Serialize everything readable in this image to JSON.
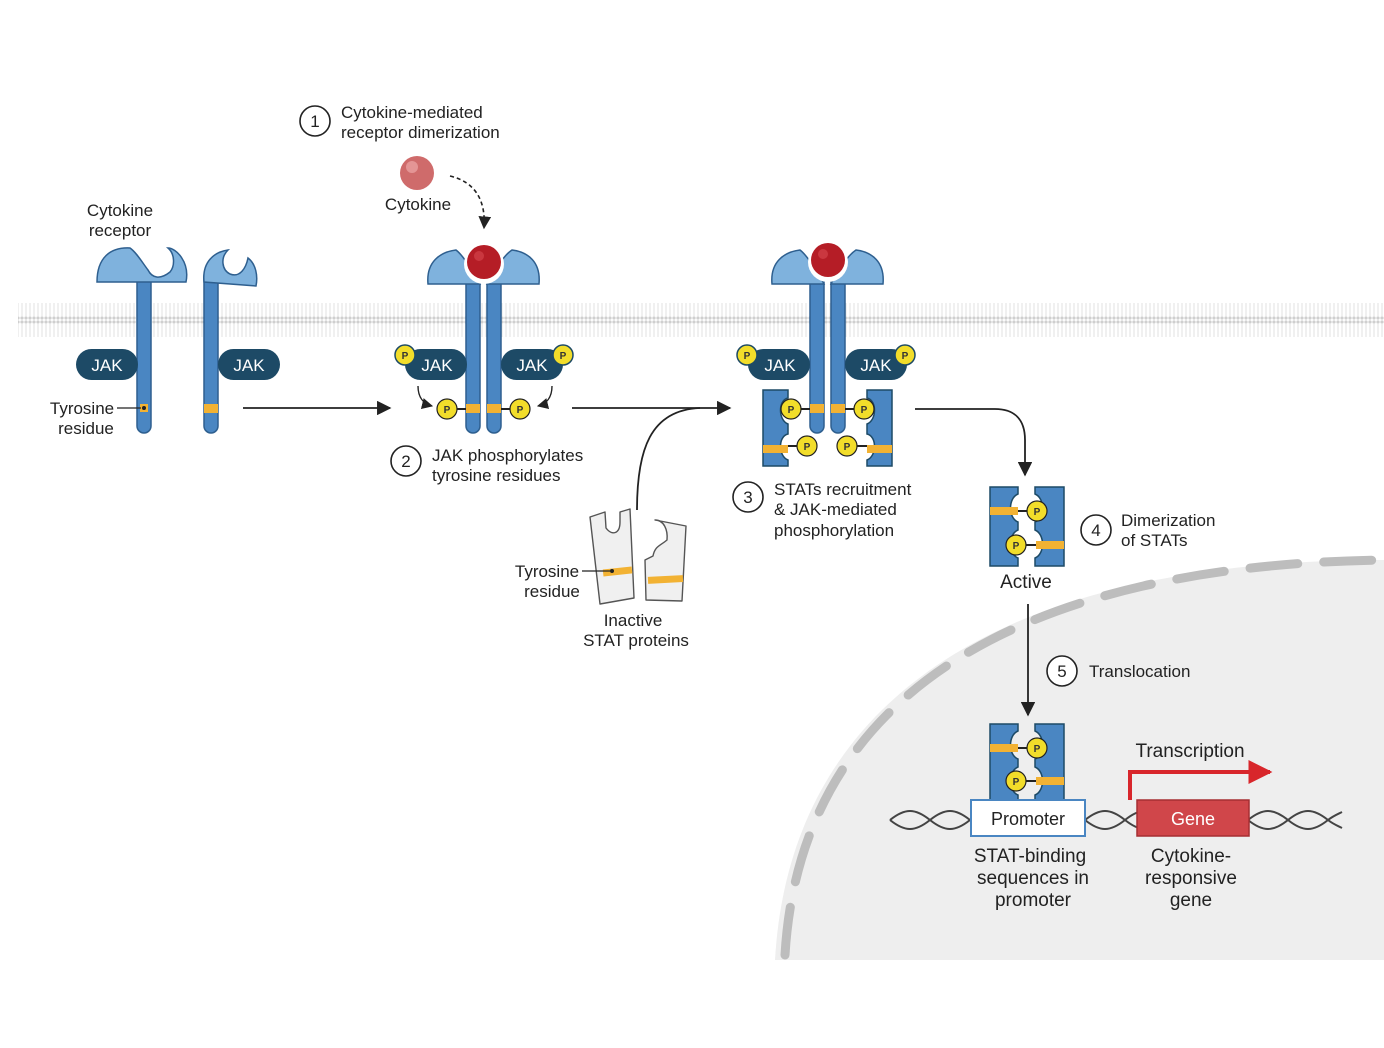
{
  "labels": {
    "cytokine_receptor": [
      "Cytokine",
      "receptor"
    ],
    "tyrosine_residue_left": [
      "Tyrosine",
      "residue"
    ],
    "cytokine": "Cytokine",
    "tyrosine_residue_stat": [
      "Tyrosine",
      "residue"
    ],
    "inactive_stat": [
      "Inactive",
      "STAT proteins"
    ],
    "active": "Active",
    "promoter": "Promoter",
    "gene": "Gene",
    "transcription": "Transcription",
    "stat_binding": [
      "STAT-binding",
      "sequences in",
      "promoter"
    ],
    "cytokine_responsive": [
      "Cytokine-",
      "responsive",
      "gene"
    ],
    "jak": "JAK",
    "phospho": "P"
  },
  "steps": [
    {
      "num": "1",
      "lines": [
        "Cytokine-mediated",
        "receptor dimerization"
      ]
    },
    {
      "num": "2",
      "lines": [
        "JAK phosphorylates",
        "tyrosine residues"
      ]
    },
    {
      "num": "3",
      "lines": [
        "STATs recruitment",
        "& JAK-mediated",
        "phosphorylation"
      ]
    },
    {
      "num": "4",
      "lines": [
        "Dimerization",
        "of STATs"
      ]
    },
    {
      "num": "5",
      "lines": [
        "Translocation"
      ]
    }
  ],
  "colors": {
    "receptor": "#4a86c2",
    "receptor_light": "#7fb2dd",
    "jak": "#1d4a66",
    "phospho": "#f2dd2a",
    "tyrosine": "#f2b233",
    "cytokine_bound": "#b51d26",
    "cytokine_free": "#cf6b6b",
    "nucleus": "#eeeeee",
    "nuclear_envelope": "#bdbdbd",
    "gene": "#d0464a",
    "promoter_border": "#4a86c2",
    "transcription_arrow": "#d8262b"
  }
}
